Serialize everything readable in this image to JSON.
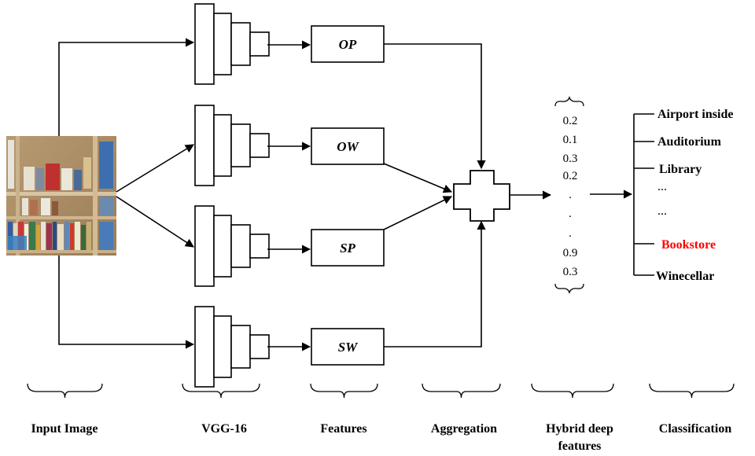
{
  "input": {
    "image_desc": "bookstore-shelves-photo"
  },
  "backbone_label": "VGG-16",
  "features": [
    {
      "label": "OP"
    },
    {
      "label": "OW"
    },
    {
      "label": "SP"
    },
    {
      "label": "SW"
    }
  ],
  "vector": {
    "values": [
      "0.2",
      "0.1",
      "0.3",
      "0.2",
      ".",
      ".",
      ".",
      "0.9",
      "0.3"
    ]
  },
  "classes": [
    {
      "label": "Airport inside",
      "highlight": false
    },
    {
      "label": "Auditorium",
      "highlight": false
    },
    {
      "label": "Library",
      "highlight": false
    },
    {
      "label": "...",
      "highlight": false
    },
    {
      "label": "...",
      "highlight": false
    },
    {
      "label": "Bookstore",
      "highlight": true
    },
    {
      "label": "Winecellar",
      "highlight": false
    }
  ],
  "stages": [
    {
      "lines": [
        "Input Image"
      ]
    },
    {
      "lines": [
        "VGG-16"
      ]
    },
    {
      "lines": [
        "Features"
      ]
    },
    {
      "lines": [
        "Aggregation"
      ]
    },
    {
      "lines": [
        "Hybrid deep",
        "features"
      ]
    },
    {
      "lines": [
        "Classification"
      ]
    }
  ],
  "colors": {
    "stroke": "#000000",
    "highlight": "#ff0000",
    "text": "#000000"
  }
}
